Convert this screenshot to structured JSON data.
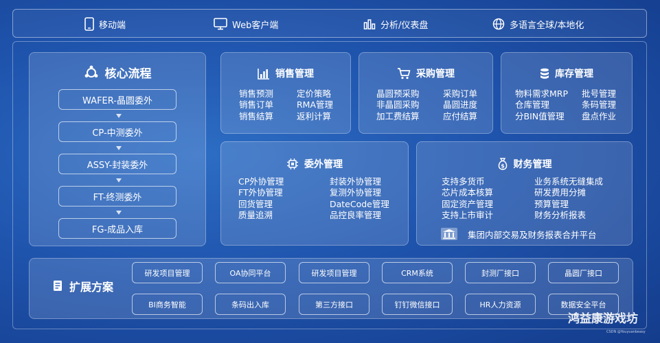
{
  "topbar": {
    "items": [
      {
        "label": "移动端",
        "icon": "mobile-icon"
      },
      {
        "label": "Web客户端",
        "icon": "monitor-icon"
      },
      {
        "label": "分析/仪表盘",
        "icon": "bar-chart-icon"
      },
      {
        "label": "多语言全球/本地化",
        "icon": "globe-icon"
      }
    ]
  },
  "core": {
    "title": "核心流程",
    "icon": "network-icon",
    "steps": [
      "WAFER-晶圆委外",
      "CP-中测委外",
      "ASSY-封装委外",
      "FT-终测委外",
      "FG-成品入库"
    ]
  },
  "modules": {
    "sales": {
      "title": "销售管理",
      "icon": "chart-icon",
      "left": [
        "销售预测",
        "销售订单",
        "销售结算"
      ],
      "right": [
        "定价策略",
        "RMA管理",
        "返利计算"
      ]
    },
    "purchase": {
      "title": "采购管理",
      "icon": "cart-icon",
      "left": [
        "晶圆预采购",
        "非晶圆采购",
        "加工费结算"
      ],
      "right": [
        "采购订单",
        "晶圆进度",
        "应付结算"
      ]
    },
    "inventory": {
      "title": "库存管理",
      "icon": "database-icon",
      "left": [
        "物料需求MRP",
        "仓库管理",
        "分BIN值管理"
      ],
      "right": [
        "批号管理",
        "条码管理",
        "盘点作业"
      ]
    },
    "outsourcing": {
      "title": "委外管理",
      "icon": "chip-icon",
      "left": [
        "CP外协管理",
        "FT外协管理",
        "回货管理",
        "质量追溯"
      ],
      "right": [
        "封装外协管理",
        "复测外协管理",
        "DateCode管理",
        "品控良率管理"
      ]
    },
    "finance": {
      "title": "财务管理",
      "icon": "money-bag-icon",
      "left": [
        "支持多货币",
        "芯片成本核算",
        "固定资产管理",
        "支持上市审计"
      ],
      "right": [
        "业务系统无缝集成",
        "研发费用分摊",
        "预算管理",
        "财务分析报表"
      ],
      "footer": "集团内部交易及财务报表合并平台",
      "footer_icon": "bank-icon"
    }
  },
  "extensions": {
    "title": "扩展方案",
    "icon": "document-icon",
    "row1": [
      "研发项目管理",
      "OA协同平台",
      "研发项目管理",
      "CRM系统",
      "封测厂接口",
      "晶圆厂接口"
    ],
    "row2": [
      "BI商务智能",
      "条码出入库",
      "第三方接口",
      "钉钉微信接口",
      "HR人力资源",
      "数据安全平台"
    ]
  },
  "watermark": "鸿益康游戏坊",
  "credit": "CSDN @Youyuanbeasy"
}
